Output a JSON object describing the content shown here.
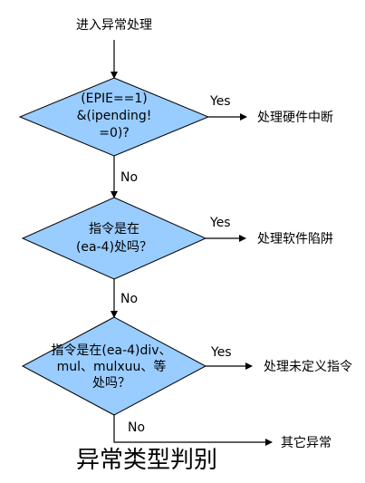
{
  "start": "进入异常处理",
  "decisions": [
    {
      "lines": [
        "(EPIE==1)",
        "&(ipending!",
        "=0)?"
      ],
      "yes_label": "Yes",
      "no_label": "No",
      "yes_target": "处理硬件中断"
    },
    {
      "lines": [
        "指令是在",
        "(ea-4)处吗？"
      ],
      "yes_label": "Yes",
      "no_label": "No",
      "yes_target": "处理软件陷阱"
    },
    {
      "lines": [
        "指令是在(ea-4)div、",
        "mul、mulxuu、等",
        "处吗？"
      ],
      "yes_label": "Yes",
      "no_label": "No",
      "yes_target": "处理未定义指令"
    }
  ],
  "final_target": "其它异常",
  "caption": "异常类型判别"
}
